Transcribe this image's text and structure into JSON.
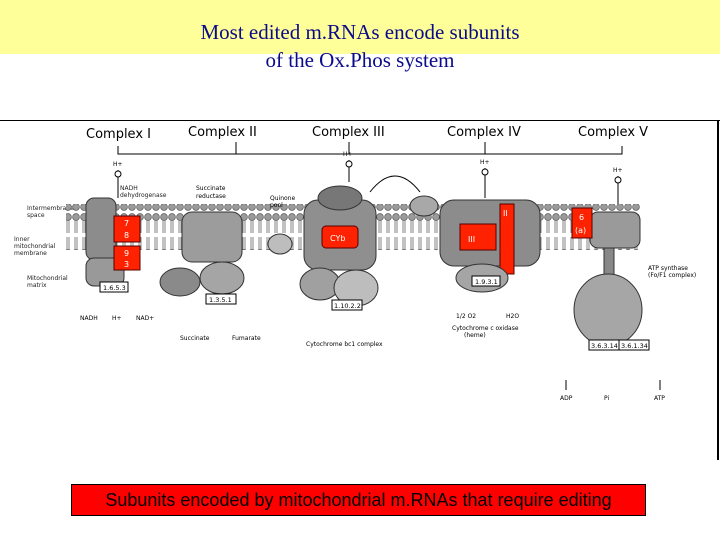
{
  "title": {
    "line1": "Most edited m.RNAs encode subunits",
    "line2": "of the Ox.Phos system"
  },
  "complexes": {
    "c1": "Complex I",
    "c2": "Complex II",
    "c3": "Complex III",
    "c4": "Complex IV",
    "c5": "Complex V"
  },
  "regions": {
    "intermembrane": [
      "Intermembrane",
      "space"
    ],
    "inner": [
      "Inner",
      "mitochondrial",
      "membrane"
    ],
    "matrix": [
      "Mitochondrial",
      "matrix"
    ]
  },
  "enzymes": {
    "nadh": [
      "NADH",
      "dehydrogenase"
    ],
    "succinate": [
      "Succinate",
      "reductase"
    ],
    "quinone": [
      "Quinone",
      "pool"
    ],
    "cytc1": "Cytochrome bc1 complex",
    "cox": [
      "Cytochrome c oxidase",
      "(heme)"
    ],
    "atpsynthase": [
      "ATP synthase",
      "(Fo/F1 complex)"
    ]
  },
  "substrates": {
    "nadh": "NADH",
    "nad": "NAD+",
    "succinate": "Succinate",
    "fumarate": "Fumarate",
    "adp": "ADP",
    "atp": "ATP",
    "h_out": "H+",
    "h_in": "H+",
    "o2": "1/2 O2",
    "h2o": "H2O",
    "pi": "Pi"
  },
  "ec_numbers": {
    "c1": "1.6.5.3",
    "c2": "1.3.5.1",
    "c3": "1.10.2.2",
    "c4": "1.9.3.1",
    "c5a": "3.6.3.14",
    "c5b": "3.6.1.34"
  },
  "edited_labels": {
    "c1_a": "7",
    "c1_b": "8",
    "c1_c": "9",
    "c1_d": "3",
    "c3": "CYb",
    "c4_a": "II",
    "c4_b": "III",
    "c5_a": "6",
    "c5_b": "(a)"
  },
  "caption": "Subunits encoded by mitochondrial m.RNAs that require editing",
  "colors": {
    "title_text": "#0a0a8c",
    "title_band": "#ffff99",
    "edited": "#ff2200",
    "caption_bg": "#ff0000"
  }
}
